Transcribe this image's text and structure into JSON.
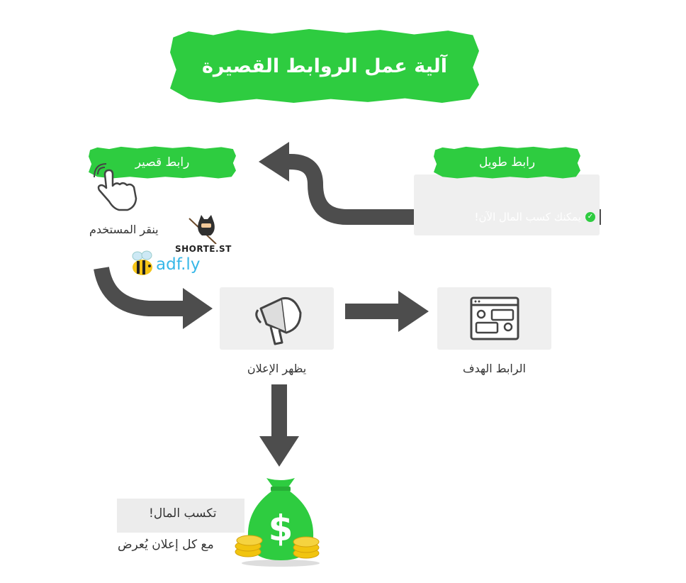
{
  "title": "آلية عمل الروابط القصيرة",
  "short_link_label": "رابط قصير",
  "long_link_label": "رابط طويل",
  "long_link_banner": "يمكنك كسب المال الآن!",
  "user_clicks": "ينقر المستخدم",
  "ad_appears": "يظهر الإعلان",
  "target_link": "الرابط الهدف",
  "earn_money": "تكسب المال!",
  "per_ad": "مع كل إعلان يُعرض",
  "brands": {
    "shortest": "SHORTE.ST",
    "adfly": "adf.ly"
  },
  "colors": {
    "accent": "#2ecc40",
    "arrow": "#4d4d4d",
    "box": "#efefef",
    "coin": "#f1c40f"
  }
}
